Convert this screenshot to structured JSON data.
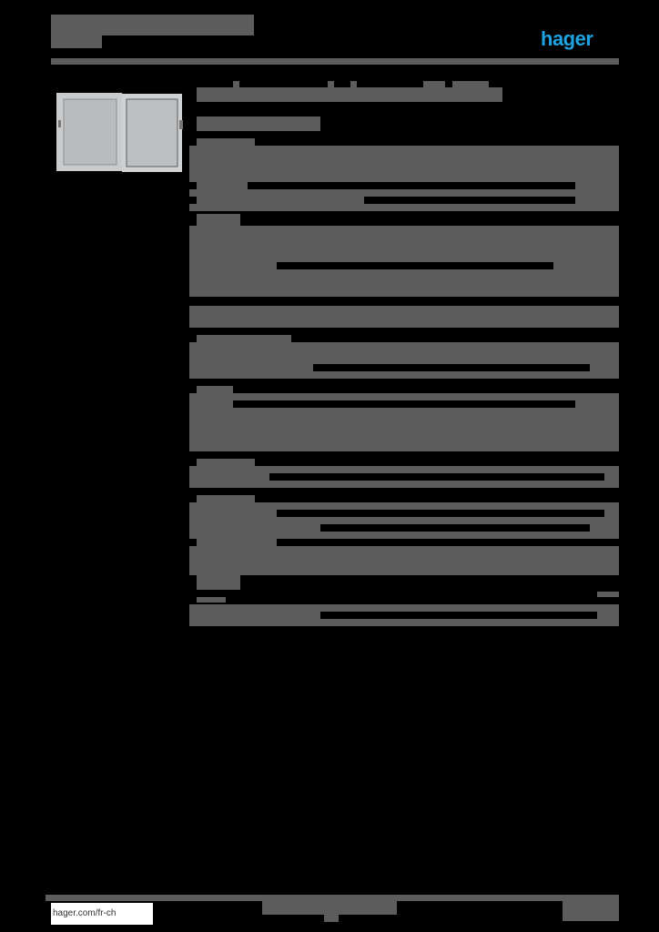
{
  "header": {
    "brand_logo_text": "hager",
    "brand_color": "#1fa3e0"
  },
  "product_image": {
    "icon": "enclosure-cabinet-image"
  },
  "footer": {
    "website_link": "hager.com/fr-ch"
  },
  "colors": {
    "background": "#000000",
    "block": "#5b5c5b",
    "accent": "#1fa3e0"
  }
}
